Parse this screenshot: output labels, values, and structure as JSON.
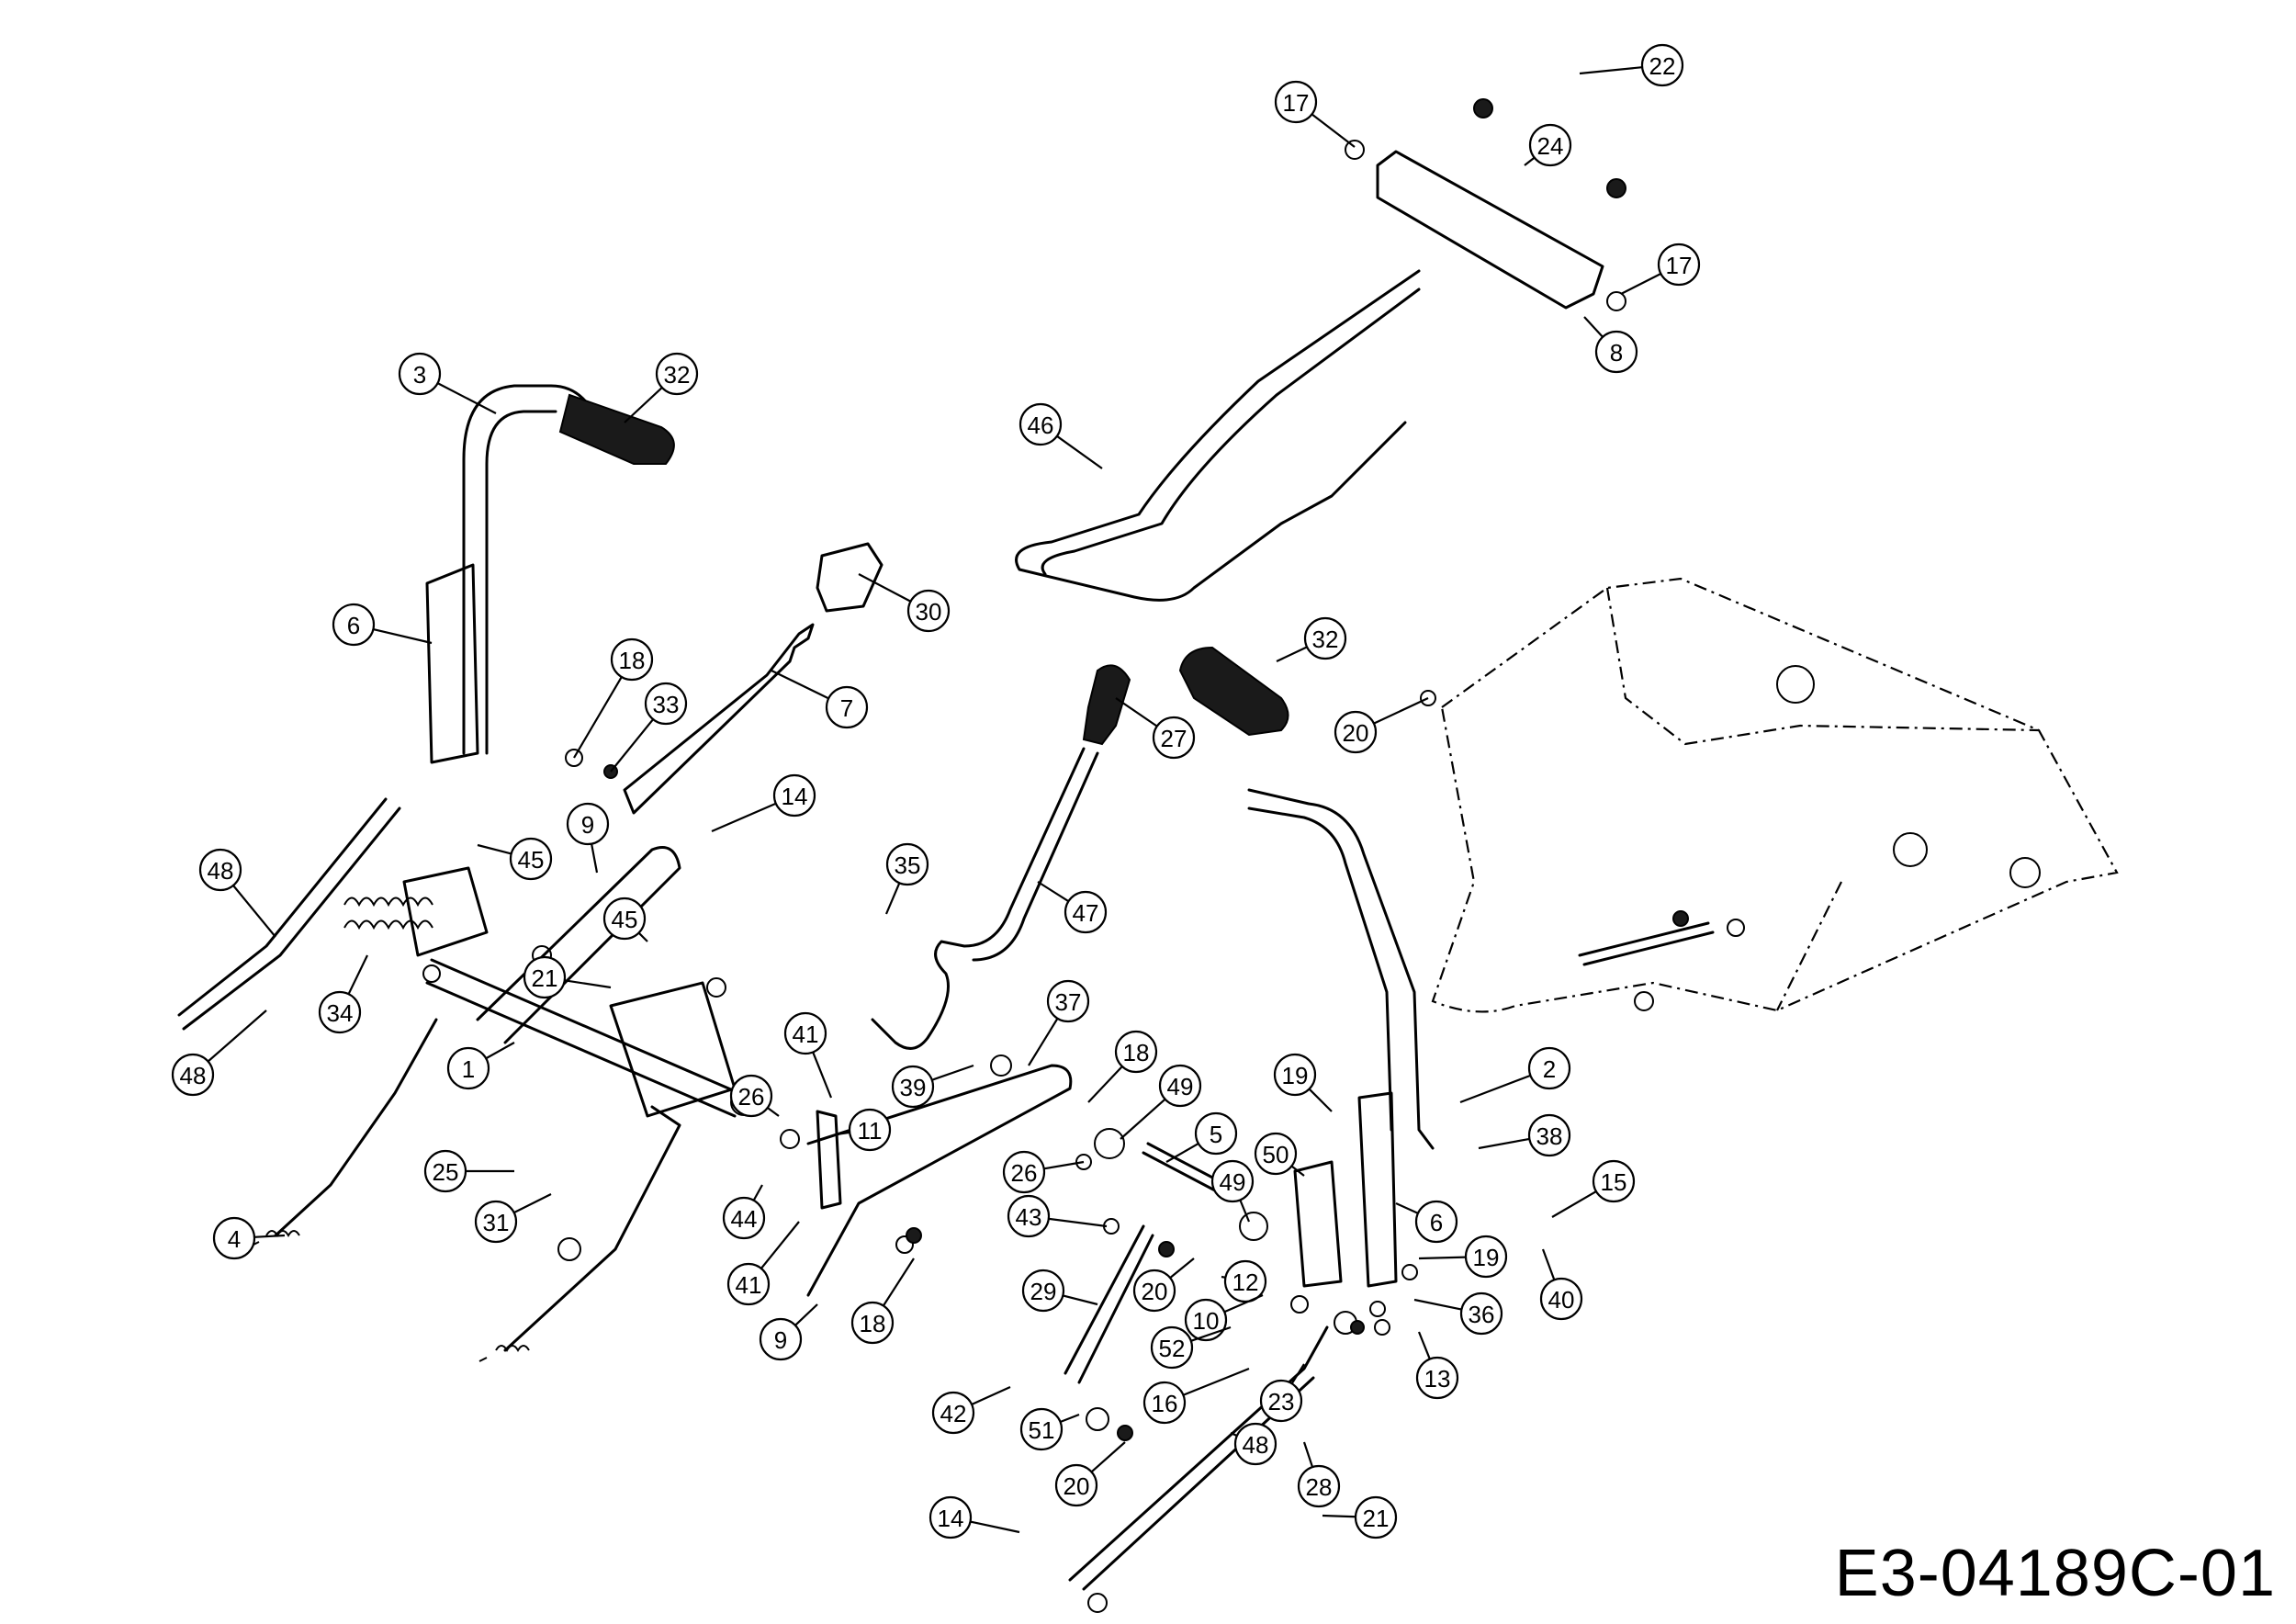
{
  "document_id": "E3-04189C-01",
  "callouts": [
    "1",
    "2",
    "3",
    "4",
    "5",
    "6",
    "7",
    "8",
    "9",
    "10",
    "11",
    "12",
    "13",
    "14",
    "15",
    "16",
    "17",
    "18",
    "19",
    "20",
    "21",
    "22",
    "23",
    "24",
    "25",
    "26",
    "27",
    "28",
    "29",
    "30",
    "31",
    "32",
    "33",
    "34",
    "35",
    "36",
    "37",
    "38",
    "39",
    "40",
    "41",
    "42",
    "43",
    "44",
    "45",
    "46",
    "47",
    "48",
    "49",
    "50",
    "51",
    "52"
  ]
}
